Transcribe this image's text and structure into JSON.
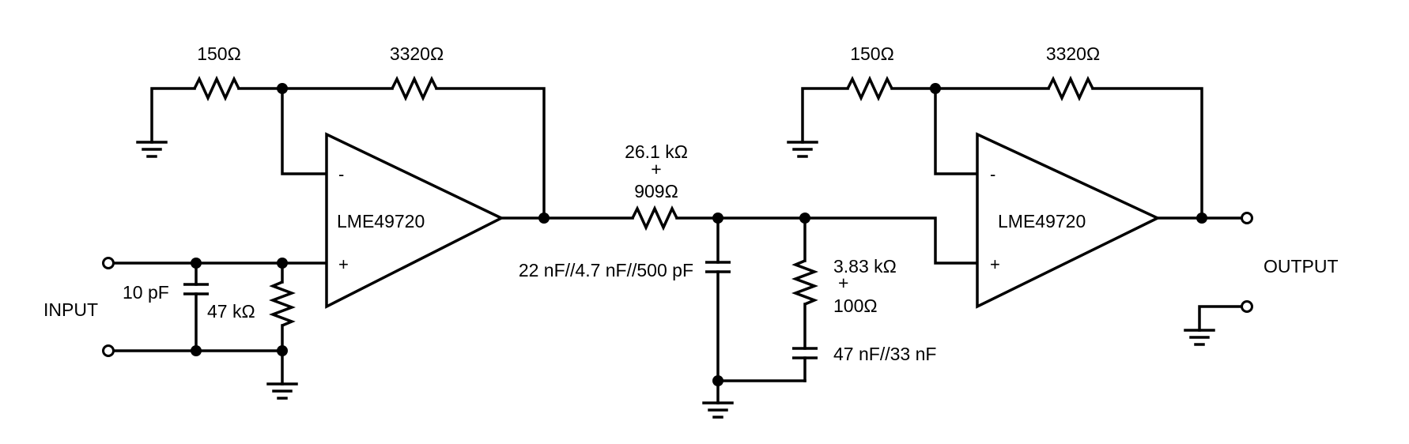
{
  "title": "",
  "stage1": {
    "opamp": "LME49720",
    "inverting": "-",
    "noninverting": "+",
    "r_ground": "150Ω",
    "r_feedback": "3320Ω"
  },
  "input": {
    "label": "INPUT",
    "capacitor": "10 pF",
    "resistor": "47 kΩ"
  },
  "filter": {
    "series_r_line1": "26.1 kΩ",
    "series_r_plus": "+",
    "series_r_line2": "909Ω",
    "shunt_c": "22 nF//4.7 nF//500 pF",
    "branch_r_line1": "3.83 kΩ",
    "branch_r_plus": "+",
    "branch_r_line2": "100Ω",
    "branch_c": "47 nF//33 nF"
  },
  "stage2": {
    "opamp": "LME49720",
    "inverting": "-",
    "noninverting": "+",
    "r_ground": "150Ω",
    "r_feedback": "3320Ω"
  },
  "output": {
    "label": "OUTPUT"
  }
}
